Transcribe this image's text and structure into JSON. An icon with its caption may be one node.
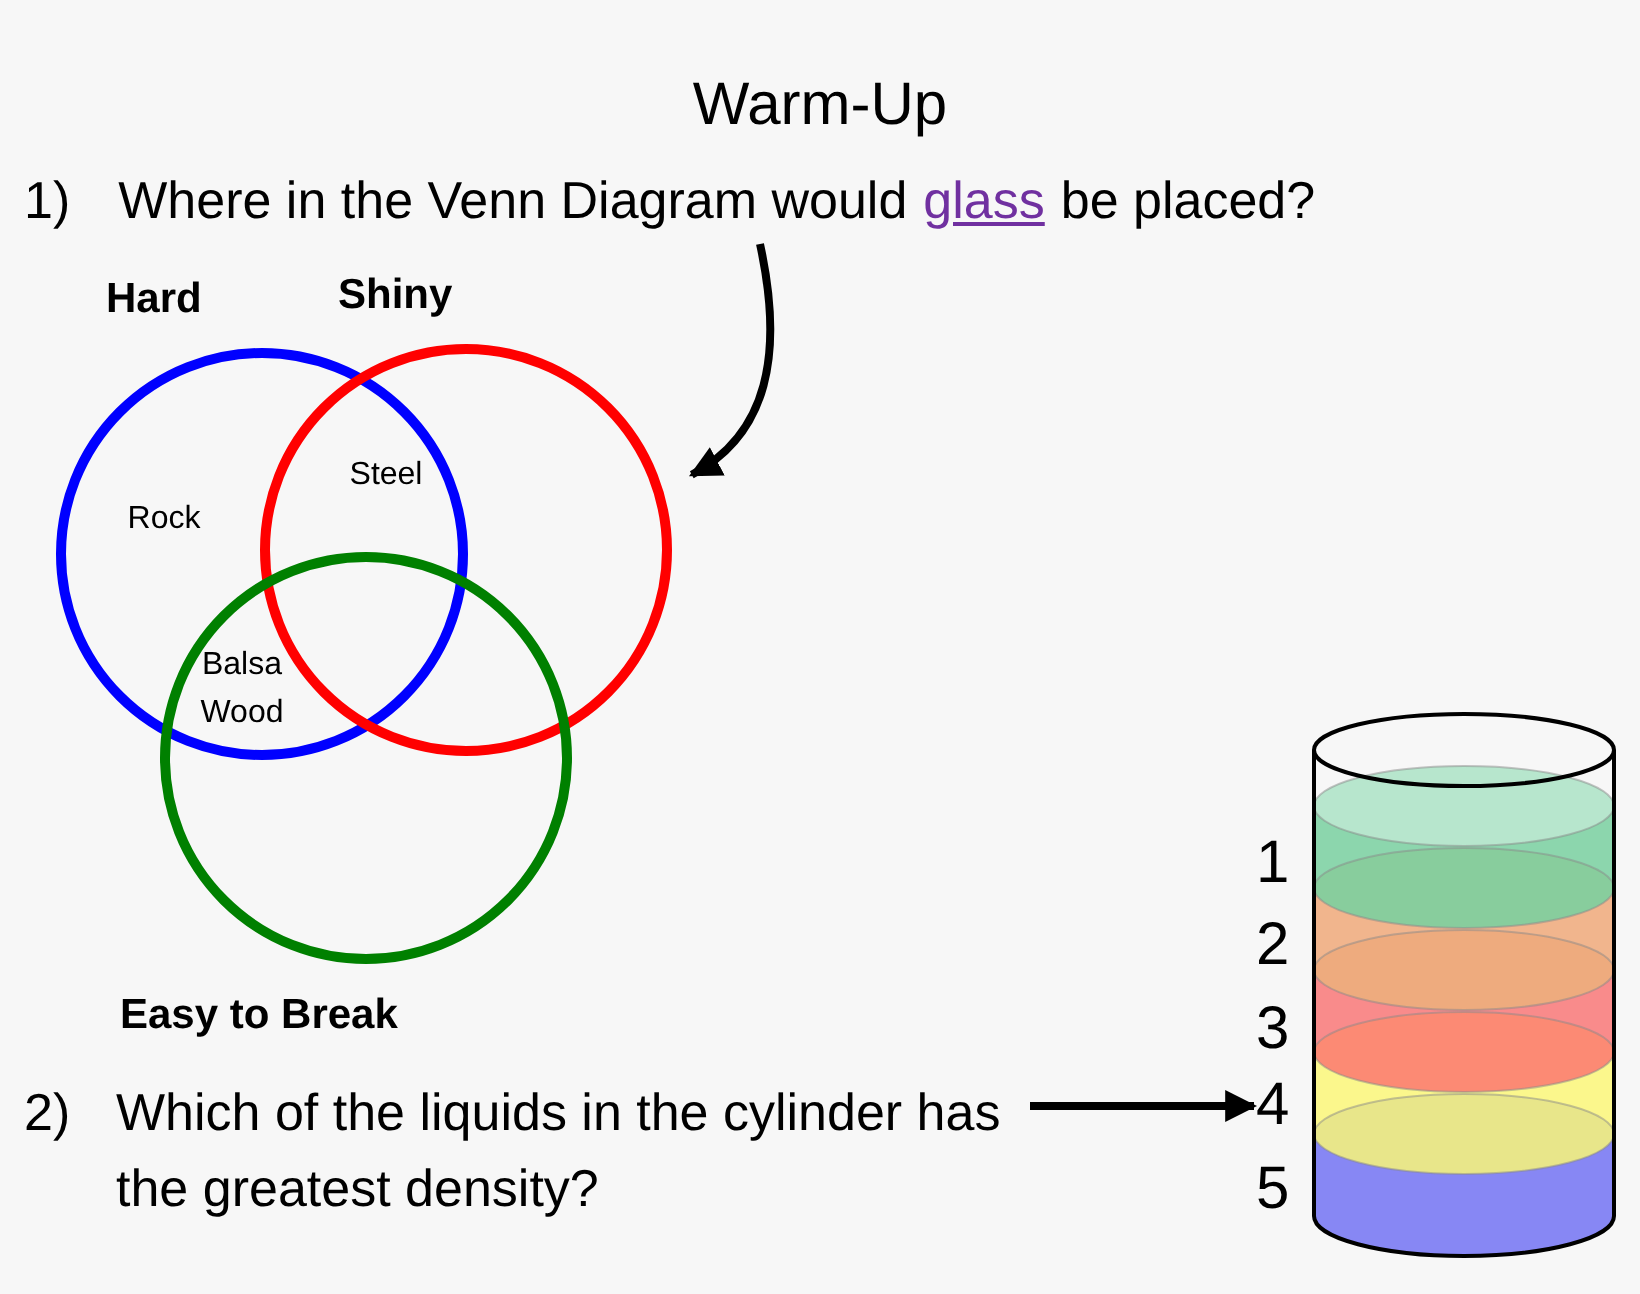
{
  "diagram": {
    "title": "Warm-Up",
    "nodes": [
      {
        "text": [
          "1)",
          "Where in the Venn Diagram would",
          "glass",
          "be placed?"
        ]
      },
      {
        "text": [
          "Hard"
        ]
      },
      {
        "text": [
          "Shiny"
        ]
      },
      {
        "text": [
          "Easy to Break"
        ]
      },
      {
        "text": [
          "2)",
          "Which of the liquids in the cylinder has the greatest density?"
        ]
      },
      {
        "text": [
          "1"
        ]
      },
      {
        "text": [
          "2"
        ]
      },
      {
        "text": [
          "3"
        ]
      },
      {
        "text": [
          "4"
        ]
      },
      {
        "text": [
          "5"
        ]
      }
    ],
    "edges": [
      {
        "from": 0,
        "to": 2,
        "arrow": "to"
      },
      {
        "from": 4,
        "to": 8,
        "arrow": "to"
      }
    ],
    "labels": [
      "Rock",
      "Steel",
      "Balsa Wood"
    ]
  }
}
